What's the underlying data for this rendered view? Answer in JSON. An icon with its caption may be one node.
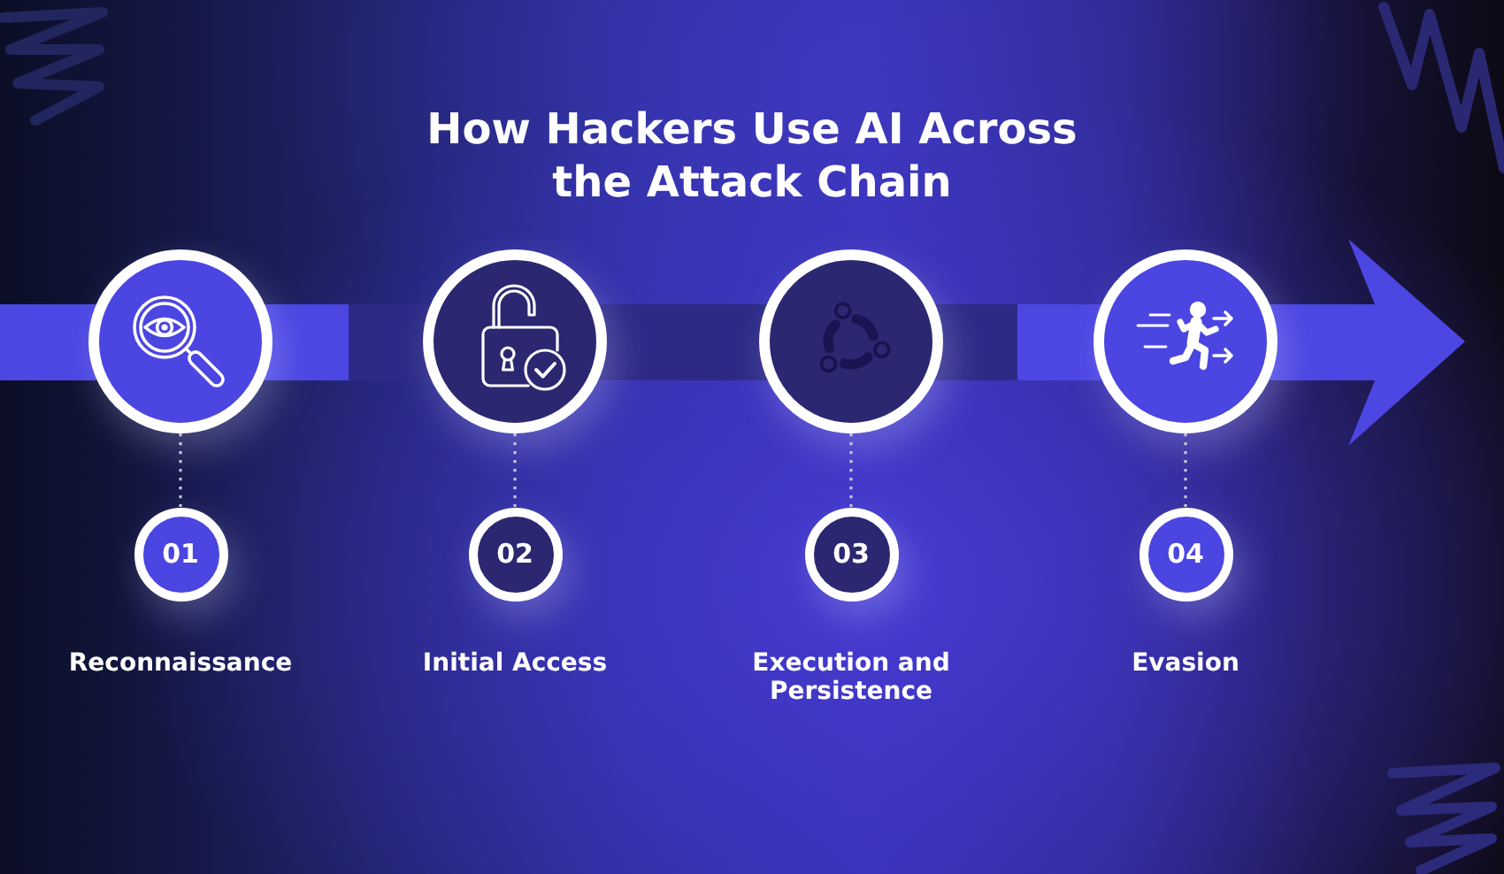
{
  "diagram": {
    "title": "How Hackers Use AI Across the Attack Chain",
    "nodes": [
      {
        "text": [],
        "shape": "circle"
      },
      {
        "text": [],
        "shape": "circle"
      },
      {
        "text": [],
        "shape": "circle"
      },
      {
        "text": [],
        "shape": "circle"
      },
      {
        "text": [
          "01"
        ],
        "beside": [
          "Reconnaissance"
        ]
      },
      {
        "text": [
          "02"
        ],
        "beside": [
          "Initial Access"
        ]
      },
      {
        "text": [
          "03"
        ],
        "beside": [
          "Execution and Persistence"
        ]
      },
      {
        "text": [
          "04"
        ],
        "beside": [
          "Evasion"
        ]
      }
    ],
    "edges": [
      {
        "from": 0,
        "to": 4,
        "arrow": "none",
        "style": "dashed"
      },
      {
        "from": 1,
        "to": 5,
        "arrow": "none",
        "style": "dashed"
      },
      {
        "from": 2,
        "to": 6,
        "arrow": "none",
        "style": "dashed"
      },
      {
        "from": 3,
        "to": 7,
        "arrow": "none",
        "style": "dashed"
      }
    ]
  }
}
